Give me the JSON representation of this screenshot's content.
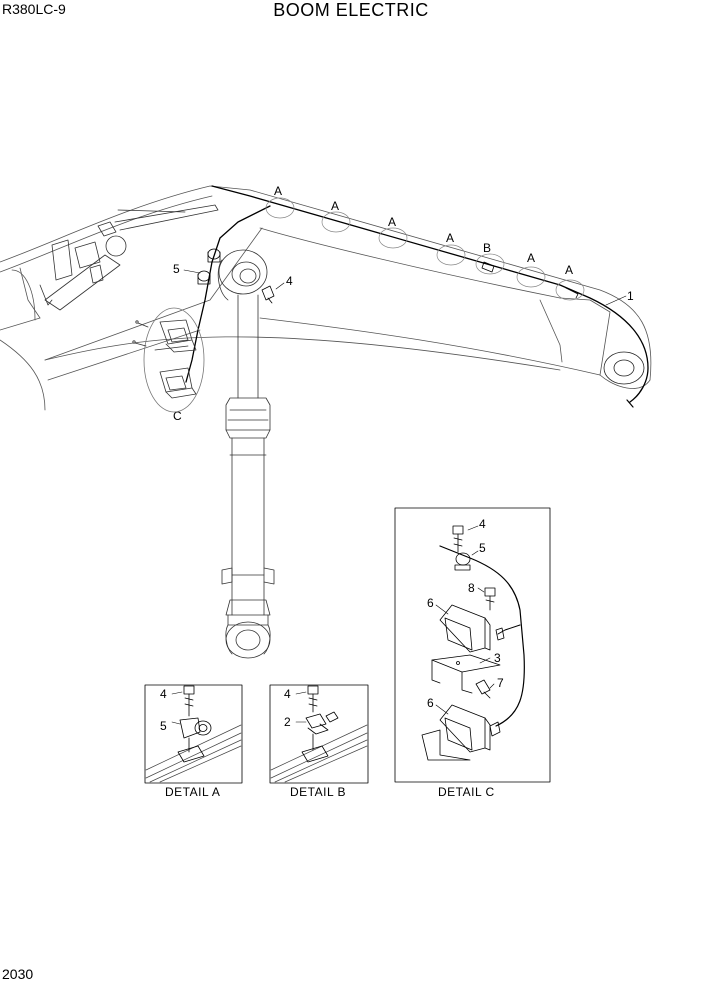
{
  "header": {
    "model": "R380LC-9",
    "title": "BOOM ELECTRIC"
  },
  "footer": {
    "page_number": "2030"
  },
  "main_callouts": {
    "a1": "A",
    "a2": "A",
    "a3": "A",
    "a4": "A",
    "a5": "A",
    "a6": "A",
    "b": "B",
    "c": "C",
    "n1": "1",
    "n4": "4",
    "n5": "5"
  },
  "detail_a": {
    "caption": "DETAIL  A",
    "labels": {
      "bolt": "4",
      "clamp": "5"
    }
  },
  "detail_b": {
    "caption": "DETAIL  B",
    "labels": {
      "bolt": "4",
      "clip": "2"
    }
  },
  "detail_c": {
    "caption": "DETAIL  C",
    "labels": {
      "bolt_top": "4",
      "clamp": "5",
      "lamp_top": "6",
      "bolt_mid": "8",
      "bracket": "3",
      "bolt_low": "7",
      "lamp_low": "6"
    }
  }
}
